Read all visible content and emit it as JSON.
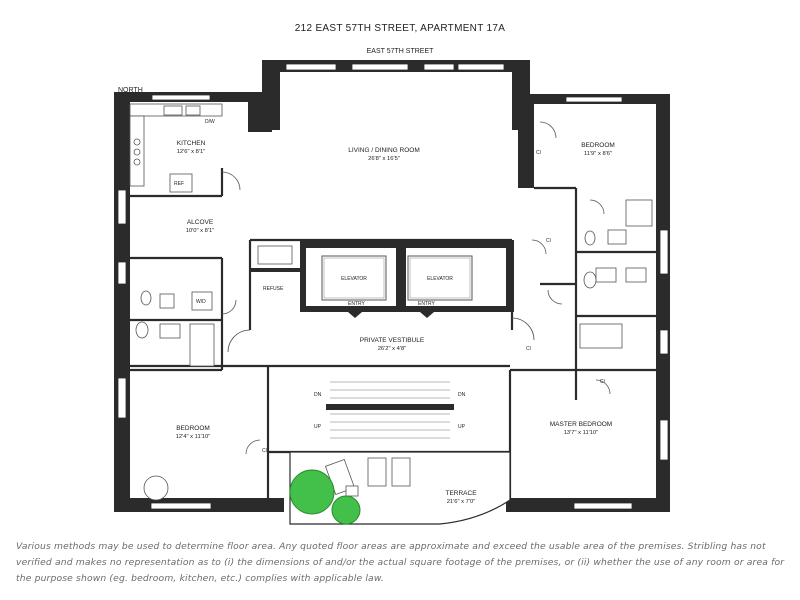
{
  "title": "212 EAST 57TH STREET, APARTMENT 17A",
  "street": "EAST 57TH STREET",
  "north": "NORTH",
  "rooms": {
    "kitchen": {
      "name": "KITCHEN",
      "dims": "12'6\" x 8'1\""
    },
    "living": {
      "name": "LIVING / DINING ROOM",
      "dims": "26'8\" x 16'5\""
    },
    "bedroom1": {
      "name": "BEDROOM",
      "dims": "11'9\" x 8'6\""
    },
    "alcove": {
      "name": "ALCOVE",
      "dims": "10'0\" x 8'1\""
    },
    "vestibule": {
      "name": "PRIVATE VESTIBULE",
      "dims": "26'2\" x 4'8\""
    },
    "bedroom2": {
      "name": "BEDROOM",
      "dims": "12'4\" x 11'10\""
    },
    "master": {
      "name": "MASTER BEDROOM",
      "dims": "13'7\" x 11'10\""
    },
    "terrace": {
      "name": "TERRACE",
      "dims": "21'6\" x 7'0\""
    }
  },
  "labels": {
    "dw": "D/W",
    "ref": "REF",
    "wd": "W/D",
    "refuse": "REFUSE",
    "elevator": "ELEVATOR",
    "entry": "ENTRY",
    "dn": "DN",
    "up": "UP",
    "cl": "Cl"
  },
  "disclaimer": "Various methods may be used to determine floor area. Any quoted floor areas are approximate and exceed the usable area of the premises. Stribling has not verified and makes no representation as to (i) the dimensions of and/or the actual square footage of the premises, or (ii) whether the use of any room or area for the purpose shown (eg. bedroom, kitchen, etc.) complies with applicable law."
}
